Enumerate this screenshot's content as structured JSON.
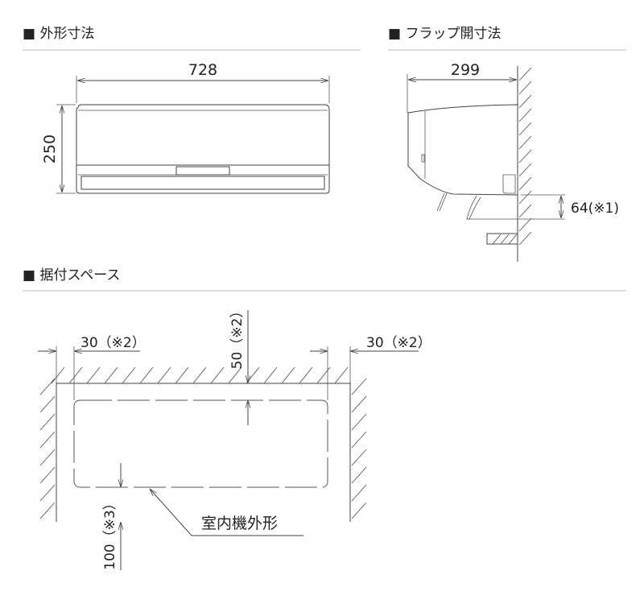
{
  "sections": {
    "outer_dimensions": {
      "title": "■ 外形寸法",
      "width": "728",
      "height": "250"
    },
    "flap_open_dimensions": {
      "title": "■ フラップ開寸法",
      "depth": "299",
      "flap_drop": "64(※1)"
    },
    "installation_space": {
      "title": "■ 据付スペース",
      "left_clearance": "30（※2）",
      "right_clearance": "30（※2）",
      "top_clearance": "50（※2）",
      "bottom_clearance": "100（※3）",
      "unit_outline_label": "室内機外形"
    }
  },
  "colors": {
    "line": "#444444",
    "separator": "#bbbbbb",
    "text": "#222222"
  }
}
